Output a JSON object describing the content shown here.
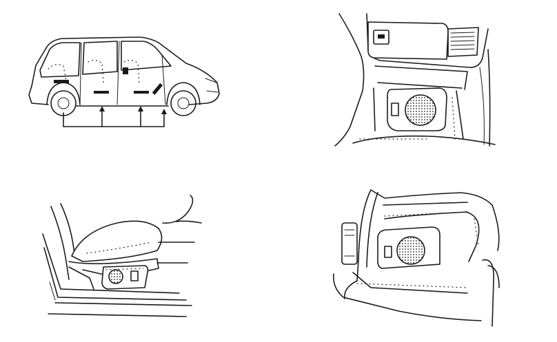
{
  "figure": {
    "panels": [
      {
        "id": "van-side-view",
        "subject": "minivan-side-with-speaker-locations"
      },
      {
        "id": "dashboard-console",
        "subject": "center-console-speaker"
      },
      {
        "id": "seat-base",
        "subject": "under-seat-speaker"
      },
      {
        "id": "cargo-area",
        "subject": "rear-cargo-speaker-box"
      }
    ]
  },
  "colors": {
    "line": "#1a1a1a",
    "background": "#ffffff"
  }
}
